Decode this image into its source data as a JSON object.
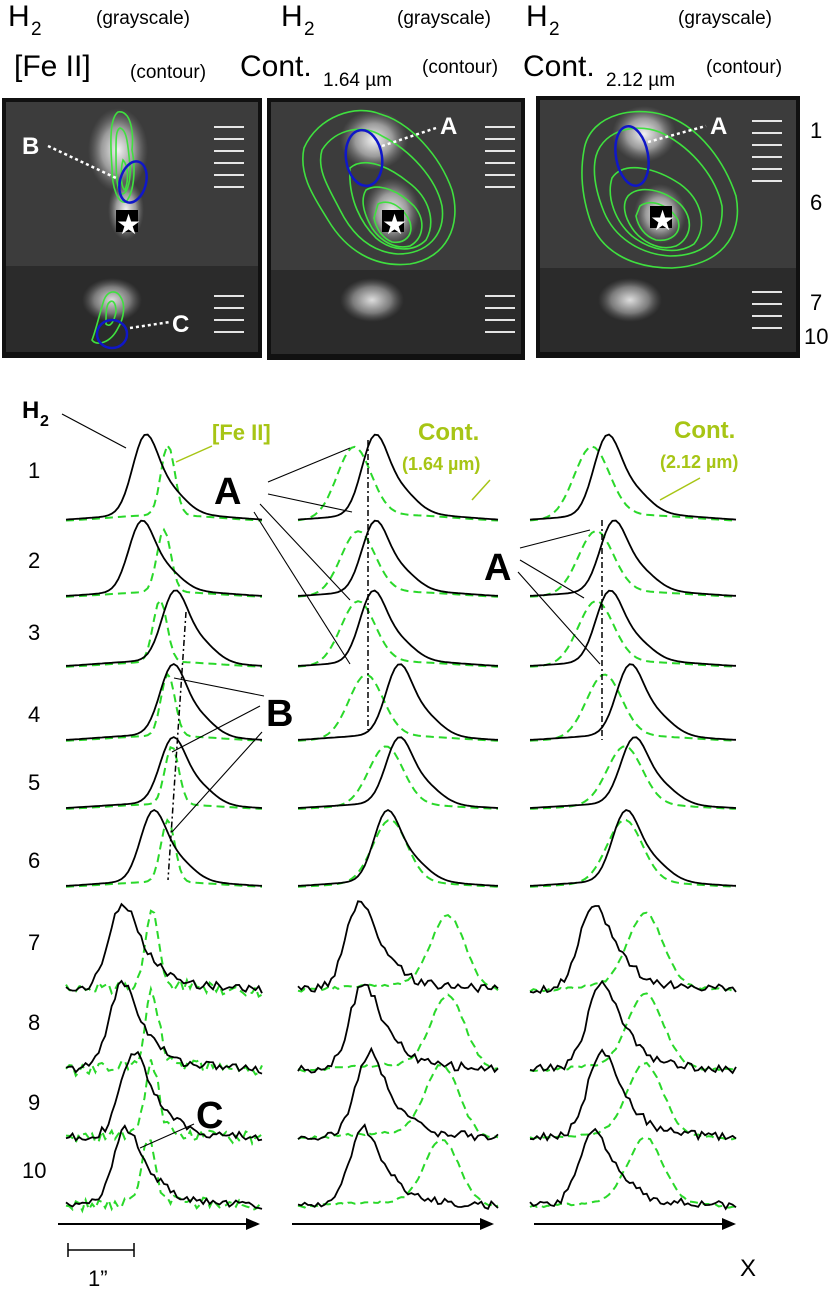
{
  "headers": [
    {
      "line1_main": "H",
      "line1_sub": "2",
      "line1_note": "(grayscale)",
      "line2_main": "[Fe II]",
      "line2_sub": "",
      "line2_note": "(contour)"
    },
    {
      "line1_main": "H",
      "line1_sub": "2",
      "line1_note": "(grayscale)",
      "line2_main": "Cont.",
      "line2_sub": "1.64 µm",
      "line2_note": "(contour)"
    },
    {
      "line1_main": "H",
      "line1_sub": "2",
      "line1_note": "(grayscale)",
      "line2_main": "Cont.",
      "line2_sub": "2.12 µm",
      "line2_note": "(contour)"
    }
  ],
  "image_labels": {
    "B": "B",
    "C": "C",
    "A1": "A",
    "A2": "A"
  },
  "right_row_labels": [
    "1",
    "6",
    "7",
    "10"
  ],
  "legend": {
    "h2": "H",
    "h2_sub": "2",
    "fe": "[Fe II]",
    "cont164": "Cont.",
    "cont164_wave": "(1.64 µm)",
    "cont212": "Cont.",
    "cont212_wave": "(2.12 µm)"
  },
  "row_labels": [
    "1",
    "2",
    "3",
    "4",
    "5",
    "6",
    "7",
    "8",
    "9",
    "10"
  ],
  "markers": {
    "A_mid": "A",
    "A_right": "A",
    "B": "B",
    "C": "C"
  },
  "scale_label": "1”",
  "axis_label": "X",
  "colors": {
    "h2_line": "#000000",
    "comparison_line": "#2ad82a",
    "label_green": "#a7c515",
    "ellipse": "#0f17c8",
    "contour": "#3fe03f"
  }
}
